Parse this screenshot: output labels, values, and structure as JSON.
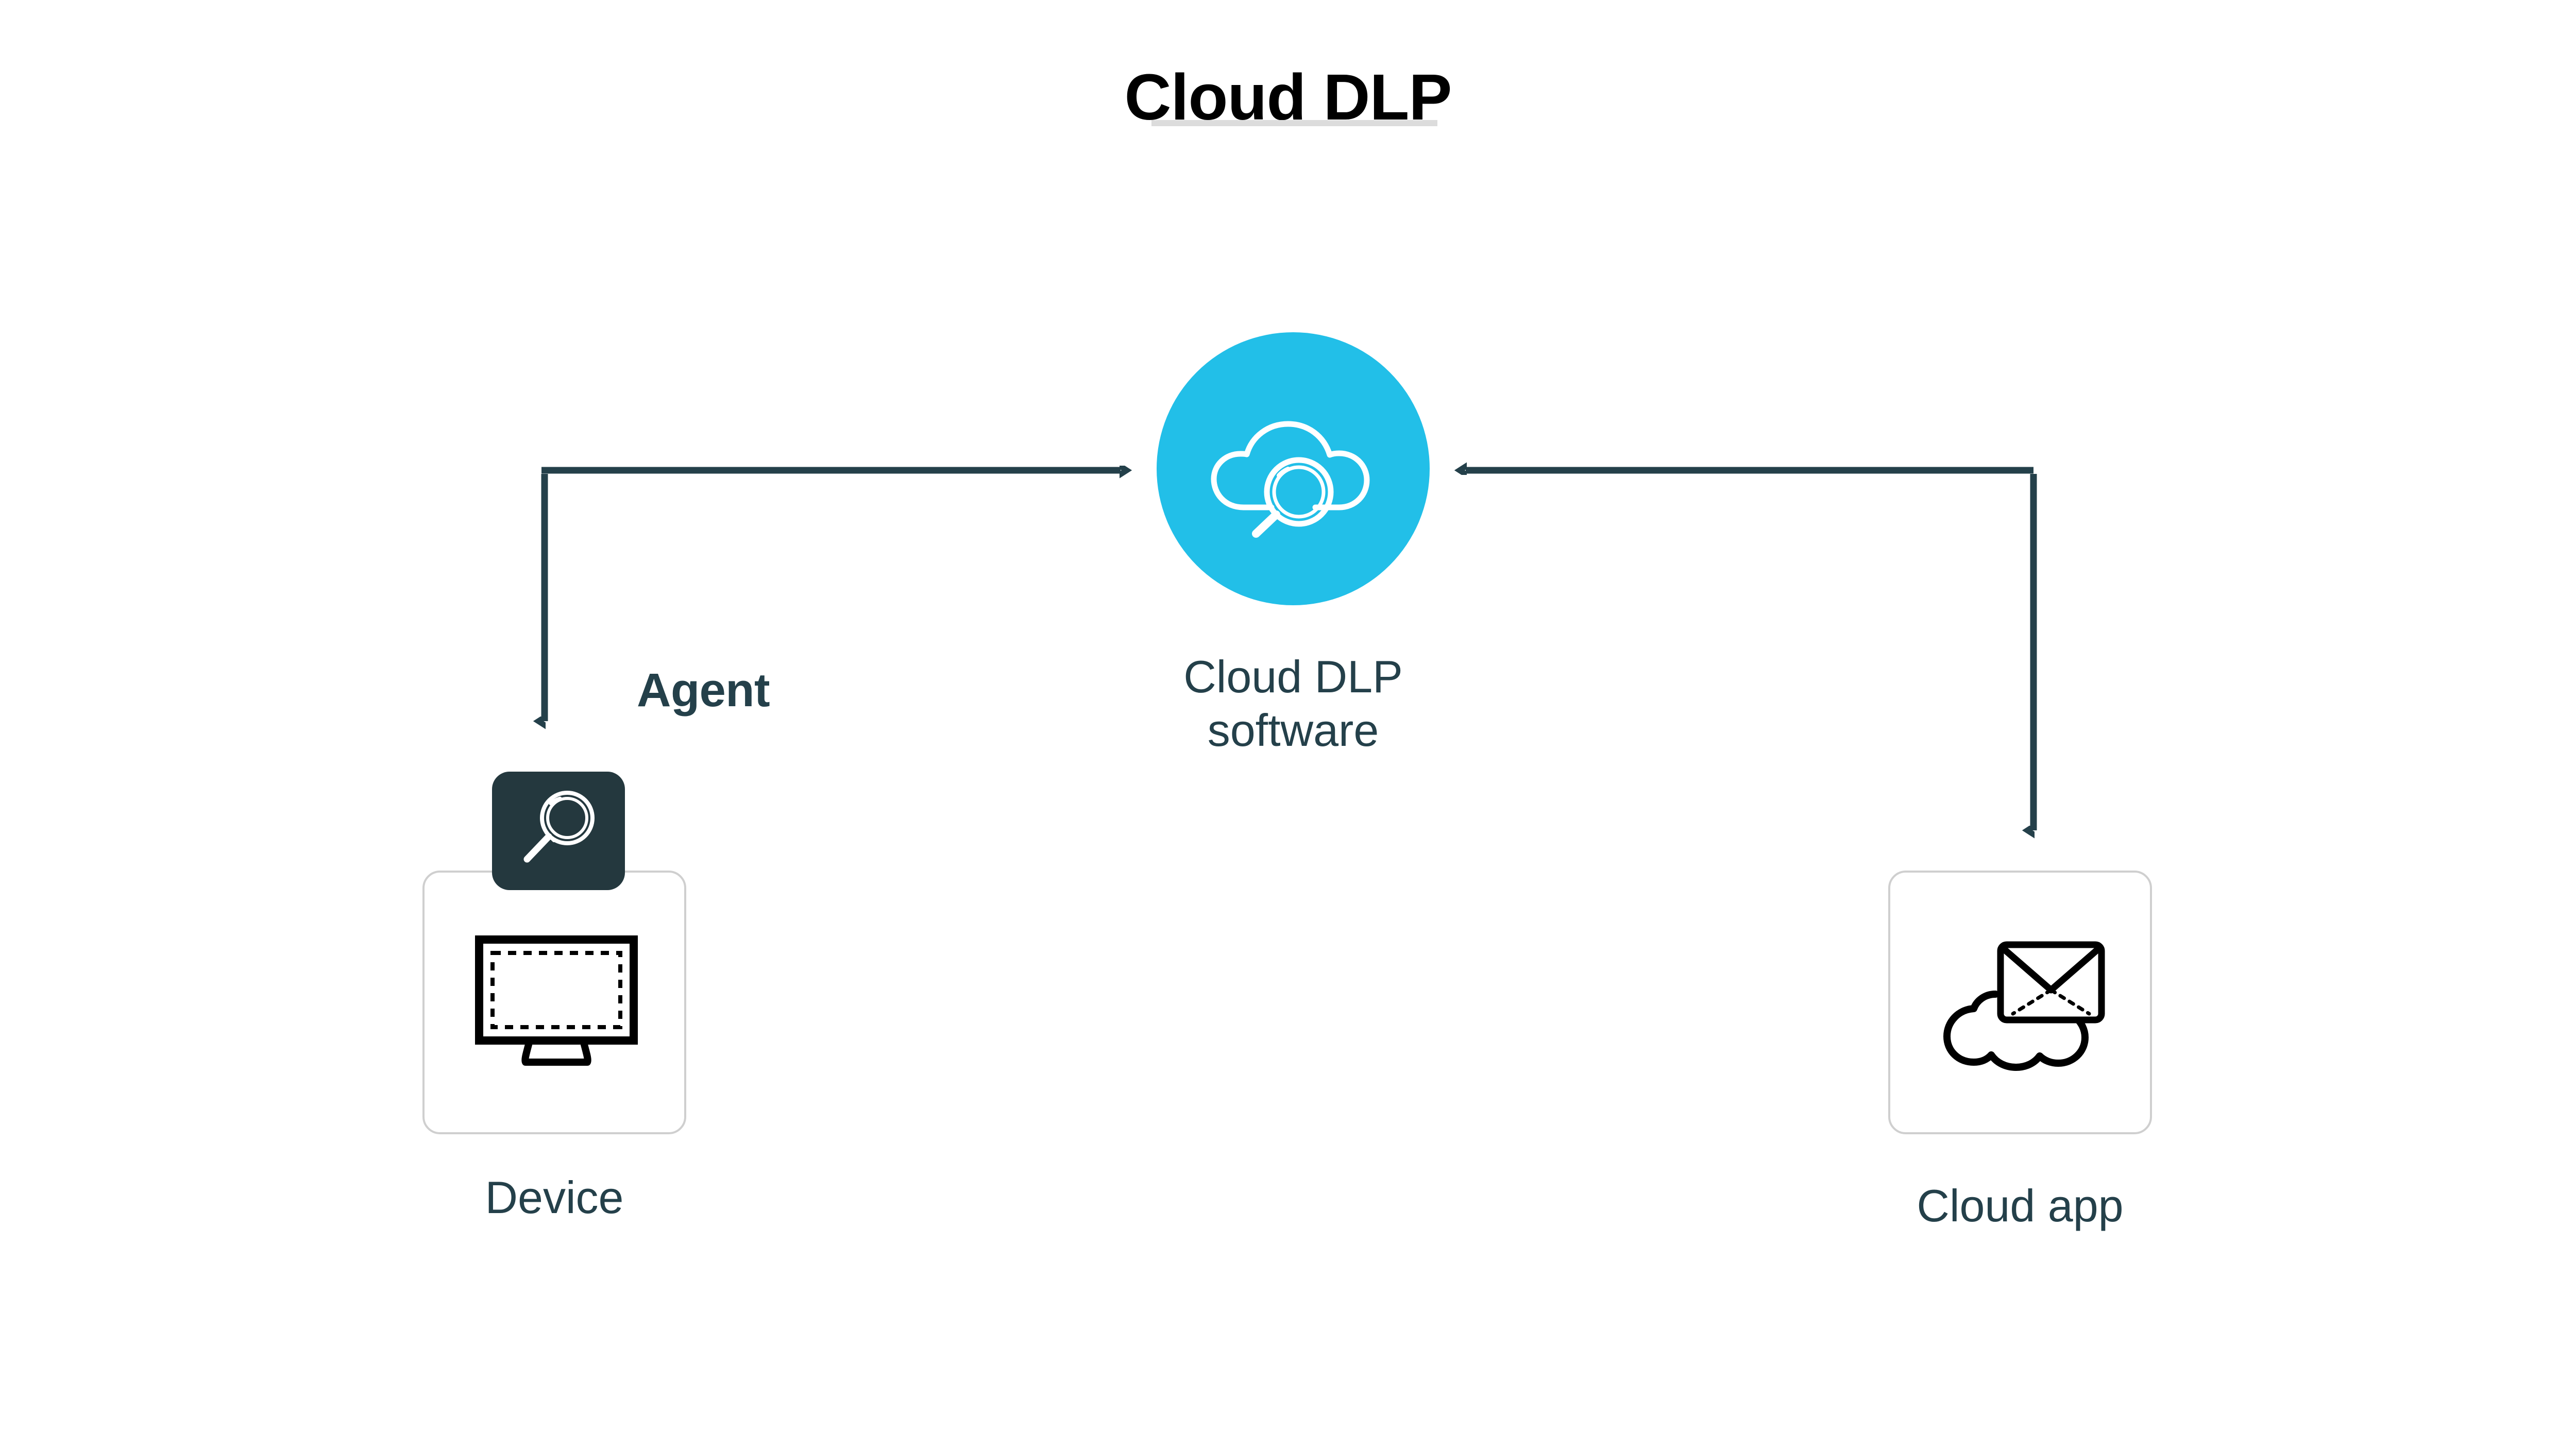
{
  "page": {
    "title": "Cloud DLP",
    "background_color": "#ffffff",
    "title_color": "#000000",
    "title_underline_color": "#dcdcdc",
    "text_color": "#24404a",
    "accent_color": "#22bfe8",
    "badge_color": "#24383e",
    "card_border_color": "#cfcfcf",
    "connector_color": "#24404a"
  },
  "hub": {
    "label": "Cloud DLP\nsoftware",
    "icon": "cloud-magnifier-icon",
    "fill": "#22bfe8"
  },
  "nodes": {
    "device": {
      "label": "Device",
      "icon": "monitor-icon",
      "badge": {
        "label": "Agent",
        "icon": "magnifier-icon",
        "fill": "#24383e"
      }
    },
    "cloud_app": {
      "label": "Cloud app",
      "icon": "cloud-envelope-icon"
    }
  },
  "connectors": [
    {
      "name": "device-to-hub",
      "from": "Device",
      "to": "Cloud DLP software",
      "direction": "both",
      "style": "elbow"
    },
    {
      "name": "cloud-app-to-hub",
      "from": "Cloud app",
      "to": "Cloud DLP software",
      "direction": "both",
      "style": "elbow"
    }
  ]
}
